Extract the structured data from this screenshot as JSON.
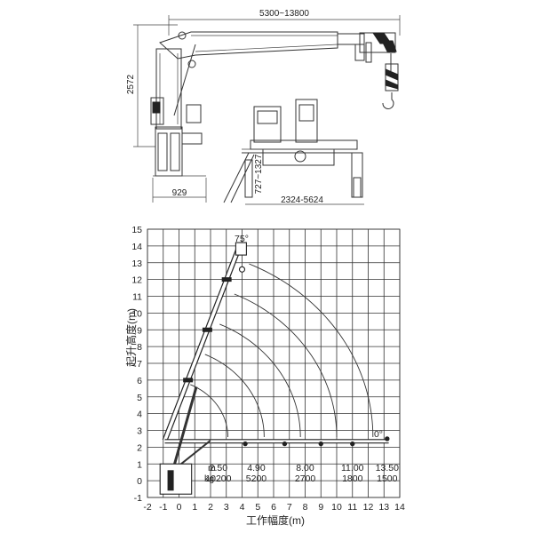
{
  "drawing": {
    "dim_boom_length": "5300~13800",
    "dim_height": "2572",
    "dim_base_width": "929",
    "dim_outrigger_small": "727~1327",
    "dim_outrigger_span": "2324-5624"
  },
  "chart_data": {
    "type": "line",
    "title": "",
    "xlabel": "工作幅度(m)",
    "ylabel": "起升高度(m)",
    "xlim": [
      -2,
      14
    ],
    "ylim": [
      -1,
      15
    ],
    "x_ticks": [
      "-2",
      "-1",
      "0",
      "1",
      "2",
      "3",
      "4",
      "5",
      "6",
      "7",
      "8",
      "9",
      "10",
      "11",
      "12",
      "13",
      "14"
    ],
    "y_ticks": [
      "-1",
      "0",
      "1",
      "2",
      "3",
      "4",
      "5",
      "6",
      "7",
      "8",
      "9",
      "10",
      "11",
      "12",
      "13",
      "14",
      "15"
    ],
    "grid": true,
    "boom_angle_label": "75°",
    "boom_end_label": "0°",
    "units": {
      "radius": "m",
      "load": "kg"
    },
    "load_table": {
      "radius_m": [
        "2.50",
        "4.90",
        "8.00",
        "11.00",
        "13.50"
      ],
      "load_kg": [
        "10200",
        "5200",
        "2700",
        "1800",
        "1500"
      ]
    },
    "boom_tip_points": [
      {
        "x": 4.2,
        "y": 2.2
      },
      {
        "x": 6.7,
        "y": 2.2
      },
      {
        "x": 9.0,
        "y": 2.2
      },
      {
        "x": 11.0,
        "y": 2.2
      },
      {
        "x": 13.2,
        "y": 2.5
      }
    ],
    "arc_radii": [
      4.0,
      6.3,
      8.6,
      10.9,
      13.2
    ],
    "boom_top": {
      "x": 3.8,
      "y": 13.9
    }
  }
}
